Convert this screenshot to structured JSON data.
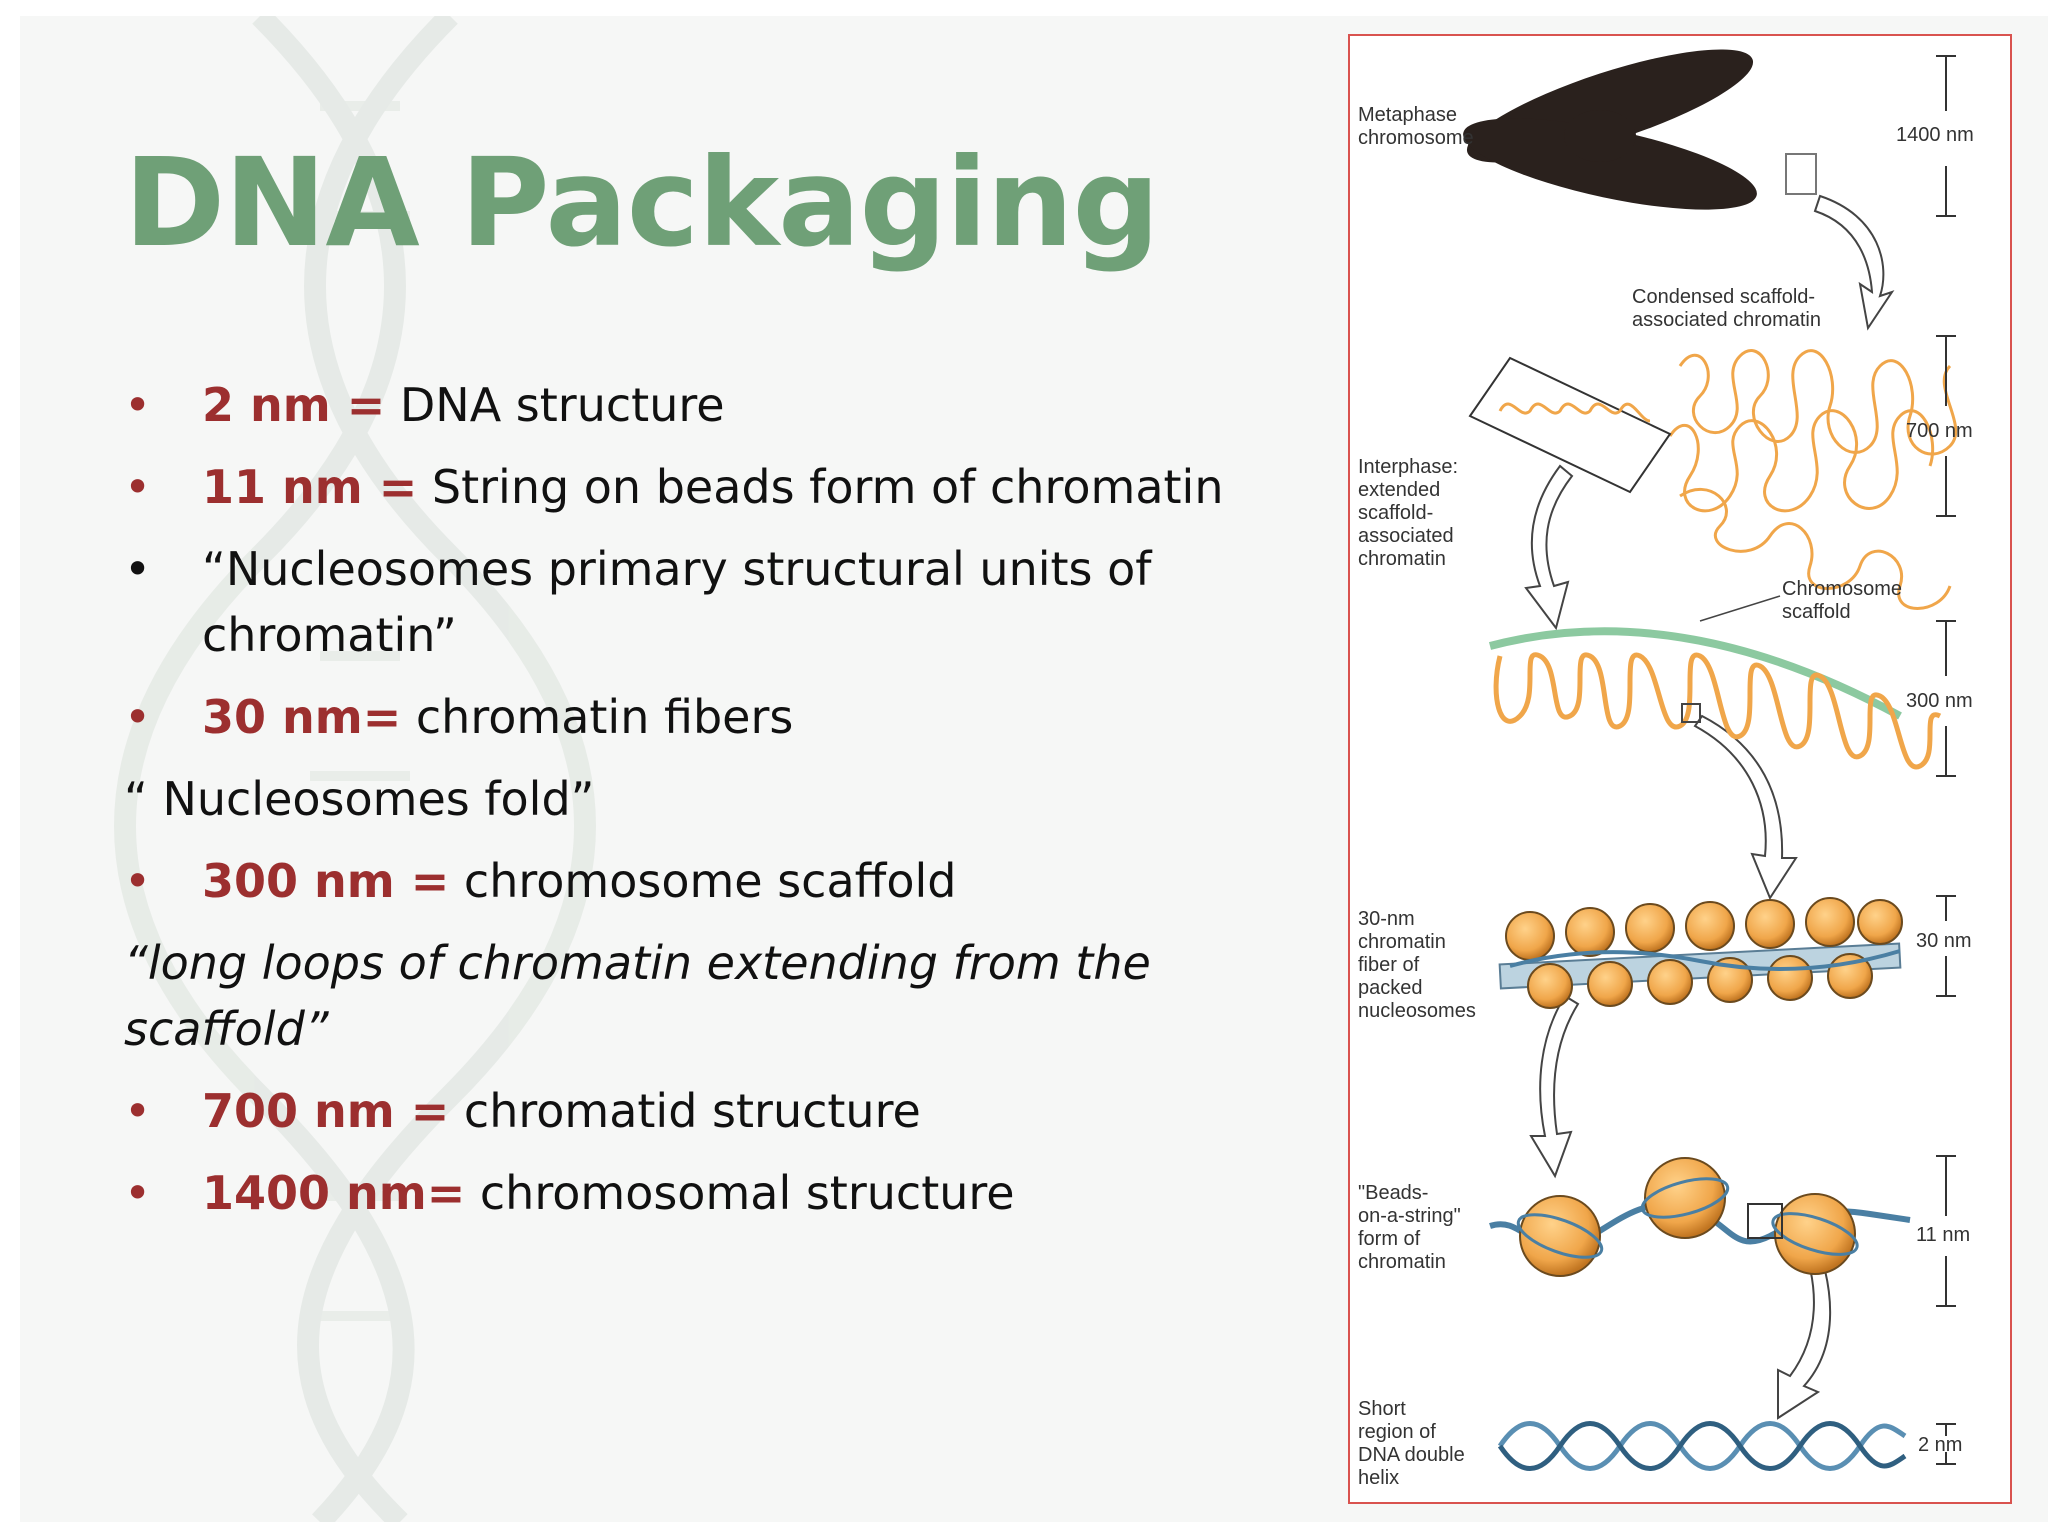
{
  "slide": {
    "title": "DNA Packaging",
    "lines": [
      {
        "bullet": "•",
        "bullet_color": "#9c2f2f",
        "highlight": "2 nm =",
        "text": " DNA structure"
      },
      {
        "bullet": "•",
        "bullet_color": "#9c2f2f",
        "highlight": "11 nm =",
        "text": " String on beads form of chromatin"
      },
      {
        "bullet": "•",
        "bullet_color": "#111111",
        "highlight": "",
        "text": "“Nucleosomes primary structural units of chromatin”"
      },
      {
        "bullet": "•",
        "bullet_color": "#9c2f2f",
        "highlight": "30 nm=",
        "text": "  chromatin fibers"
      },
      {
        "bullet": "",
        "highlight": "",
        "text": "“ Nucleosomes fold”"
      },
      {
        "bullet": "•",
        "bullet_color": "#9c2f2f",
        "highlight": "300 nm =",
        "text": " chromosome scaffold"
      },
      {
        "bullet": "",
        "highlight": "",
        "text": "“long loops of chromatin extending from the scaffold”"
      },
      {
        "bullet": "•",
        "bullet_color": "#9c2f2f",
        "highlight": "700 nm =",
        "text": " chromatid structure"
      },
      {
        "bullet": "•",
        "bullet_color": "#9c2f2f",
        "highlight": "1400 nm=",
        "text": " chromosomal structure"
      }
    ]
  },
  "figure": {
    "labels": {
      "metaphase": "Metaphase\nchromosome",
      "condensed": "Condensed scaffold-\nassociated chromatin",
      "interphase": "Interphase:\nextended\nscaffold-\nassociated\nchromatin",
      "scaffold": "Chromosome\nscaffold",
      "fiber30": "30-nm\nchromatin\nfiber of\npacked\nnucleosomes",
      "beads": "\"Beads-\non-a-string\"\nform of\nchromatin",
      "helix": "Short\nregion of\nDNA double\nhelix"
    },
    "dims": {
      "d1400": "1400 nm",
      "d700": "700 nm",
      "d300": "300 nm",
      "d30": "30 nm",
      "d11": "11 nm",
      "d2": "2 nm"
    },
    "colors": {
      "accent_green": "#6fa077",
      "highlight_red": "#9c2f2f",
      "chromatin_orange": "#f0a64a",
      "scaffold_green": "#8cc9a0",
      "border_red": "#d9534f"
    }
  }
}
